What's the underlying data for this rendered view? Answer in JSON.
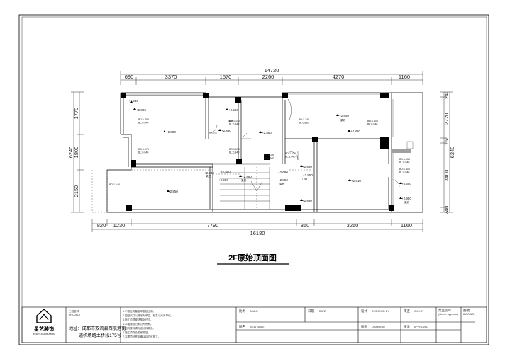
{
  "drawing_title": "2F原始顶面图",
  "dimensions": {
    "top_total": "14720",
    "top": [
      "690",
      "3370",
      "1570",
      "2260",
      "4270",
      "1160"
    ],
    "bottom": [
      "820",
      "1230",
      "7790",
      "860",
      "3260",
      "1160"
    ],
    "bottom_total": "16180",
    "left": [
      "1770",
      "1800",
      "2150"
    ],
    "left_total": "6240",
    "right": [
      "240",
      "2720",
      "160",
      "3400",
      "240"
    ],
    "right_total": "6240"
  },
  "levels": [
    "+2.930",
    "+2.390",
    "+2.880",
    "+2.580",
    "+2.880",
    "+2.880",
    "+2.850",
    "+2.840",
    "+2.880",
    "+2.850",
    "+2.850",
    "+2.840",
    "+2.550",
    "+2.880",
    "+2.690",
    "+2.850",
    "+2.880",
    "+2.850",
    "+2.910",
    "+3.650",
    "+2.950"
  ],
  "room_labels": [
    "梁底",
    "梁底",
    "梁底",
    "梁底",
    "门洞",
    "梁底",
    "梁底"
  ],
  "notes": [
    "BD:1.750\nBL:0.840",
    "BD:1.150\nBL:0.840",
    "BD:1.670\nBL:0.840",
    "BD:1.150\nBL:0.840",
    "BD:1.740\nBL:0.880",
    "BD:1.400\nBL:0.840",
    "BD:1.150\nBL:0.840",
    "BD:1.400\nBL:0.840",
    "BD:1.140",
    "BD:1.170\nBL:0.840",
    "BD:1.130\nBL:1.040"
  ],
  "title_block": {
    "project_label": "工程名称",
    "project_label_en": "PROJECT",
    "company_name": "星艺装饰",
    "company_name_en": "XINGYI DECORATION",
    "address_line1": "地址：成都市双流县西航港街",
    "address_line2": "道机场路土桥段175号",
    "notes_lines": [
      "1.不按比例量度本图纸比例。",
      "2.图纸尺寸以毫米为单位，标高以米为单位。",
      "3.施工前须现场核对尺寸。",
      "4.本图版权归本公司所有。",
      "5.如有疑问请与设计师联系。",
      "6.施工须符合国家规范。",
      "7.本图须经签字确认后方可施工。"
    ],
    "fields": {
      "scale": "比例",
      "scale_en": "SCALE",
      "date": "日期",
      "date_en": "DATE",
      "designed": "设计",
      "designed_en": "DESIGNED BY",
      "checked": "审查",
      "checked_en": "CHK.BY",
      "owner": "業主認可",
      "owner_en": "(Owner approval)",
      "drawing_no": "圖號",
      "drawing_no_en": "DWG NO.",
      "name": "图名",
      "name_en": "VIEW NAME",
      "drawn": "绘图",
      "drawn_en": "DRAWN BY",
      "approved": "核准",
      "approved_en": "APPROVED"
    }
  }
}
